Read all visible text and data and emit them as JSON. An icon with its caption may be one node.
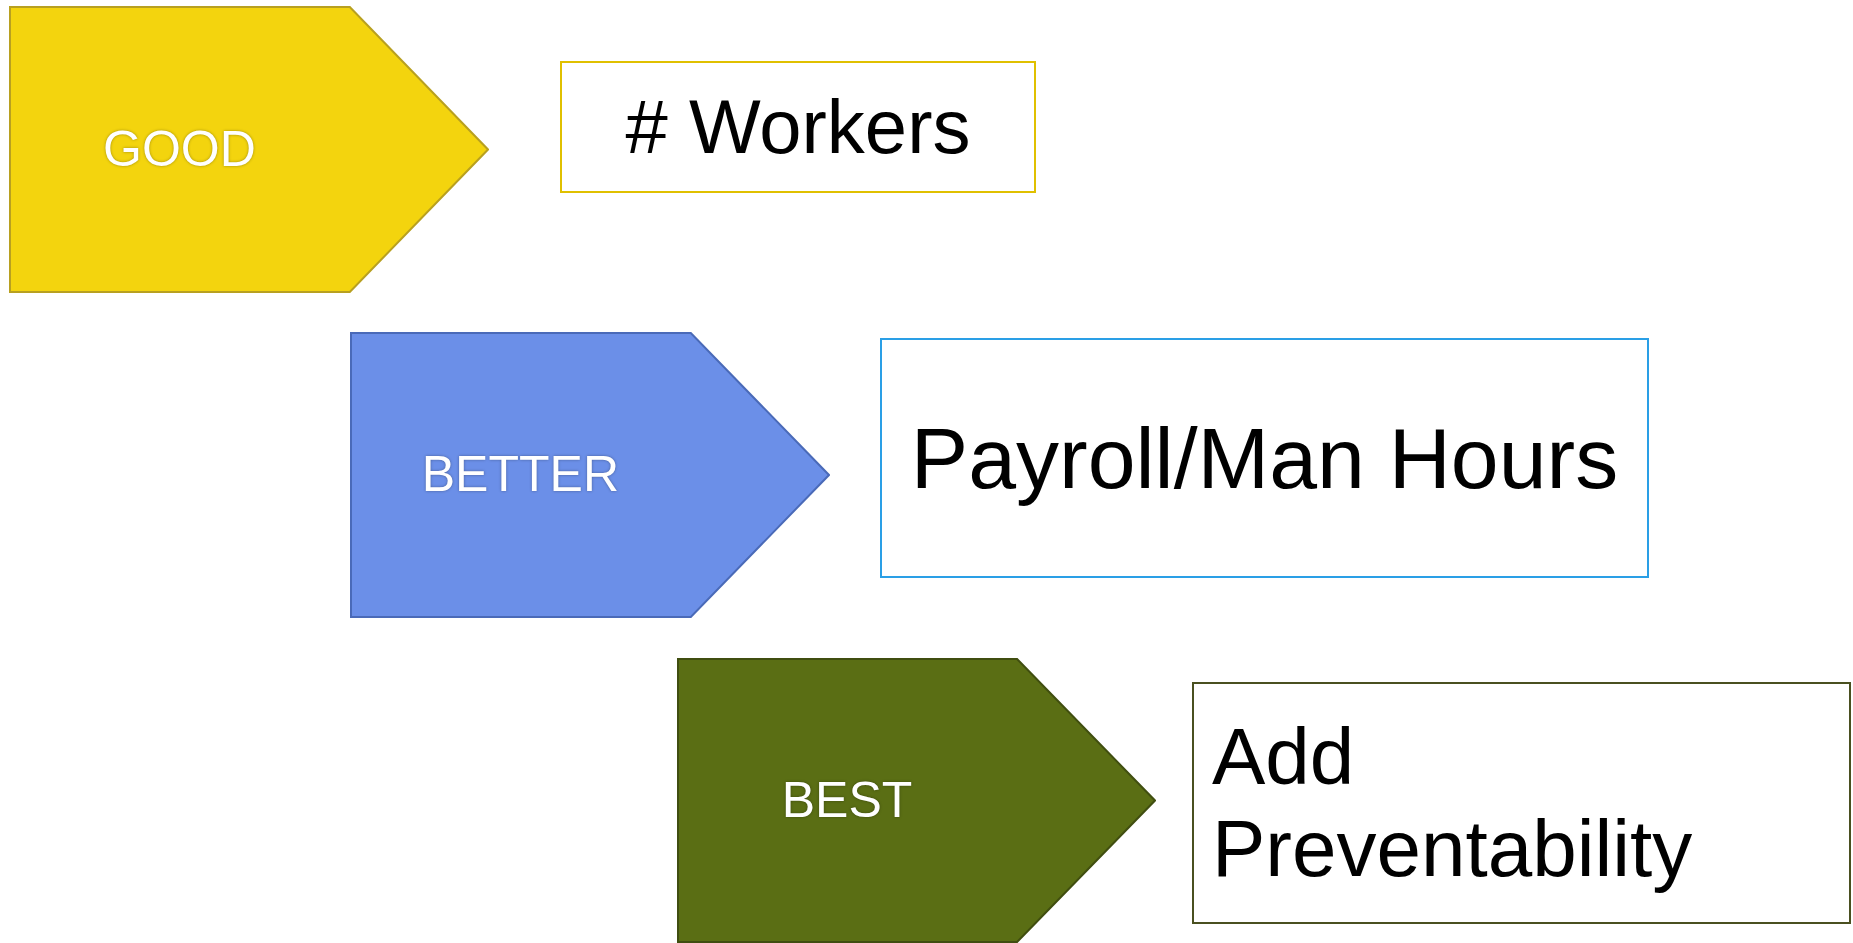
{
  "diagram": {
    "nodes": [
      {
        "text": [
          "GOOD"
        ]
      },
      {
        "text": [
          "# Workers"
        ]
      },
      {
        "text": [
          "BETTER"
        ]
      },
      {
        "text": [
          "Payroll/Man Hours"
        ]
      },
      {
        "text": [
          "BEST"
        ]
      },
      {
        "text": [
          "Add Preventability"
        ]
      }
    ]
  }
}
